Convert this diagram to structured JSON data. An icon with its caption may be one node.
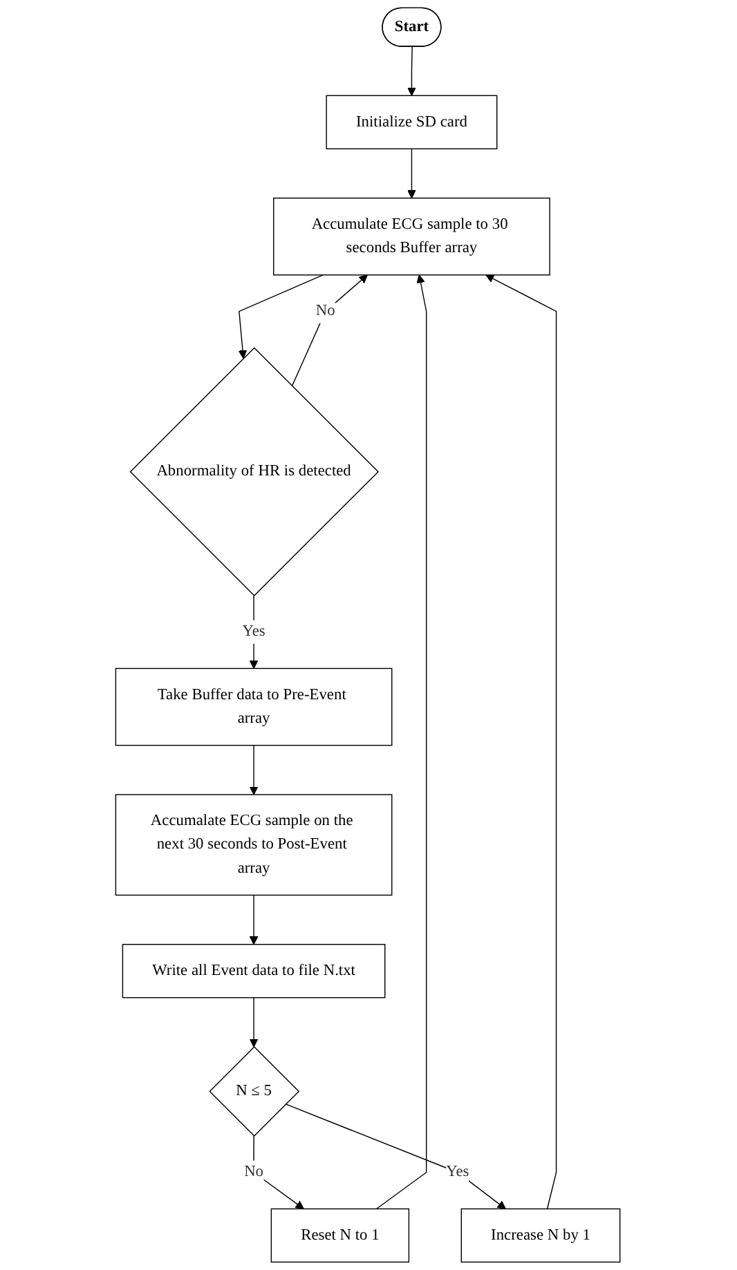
{
  "diagram": {
    "nodes": [
      {
        "text": [
          "Start"
        ]
      },
      {
        "text": [
          "Initialize SD card"
        ]
      },
      {
        "text": [
          "Accumulate ECG sample to 30 seconds Buffer array"
        ]
      },
      {
        "text": [
          "Abnormality of HR is detected"
        ]
      },
      {
        "text": [
          "Take Buffer data to Pre-Event array"
        ]
      },
      {
        "text": [
          "Accumalate ECG sample on the next 30 seconds to Post-Event array"
        ]
      },
      {
        "text": [
          "Write all Event data to file N.txt"
        ]
      },
      {
        "text": [
          "N ≤ 5"
        ]
      },
      {
        "text": [
          "Reset N to 1"
        ]
      },
      {
        "text": [
          "Increase N by 1"
        ]
      }
    ],
    "edges": [
      {
        "from": 0,
        "to": 1,
        "arrow": "to"
      },
      {
        "from": 1,
        "to": 2,
        "arrow": "to"
      },
      {
        "from": 2,
        "to": 3,
        "arrow": "to"
      },
      {
        "from": 3,
        "to": 2,
        "arrow": "to",
        "label": "No"
      },
      {
        "from": 3,
        "to": 4,
        "arrow": "to",
        "label": "Yes"
      },
      {
        "from": 4,
        "to": 5,
        "arrow": "to"
      },
      {
        "from": 5,
        "to": 6,
        "arrow": "to"
      },
      {
        "from": 6,
        "to": 7,
        "arrow": "to"
      },
      {
        "from": 7,
        "to": 8,
        "arrow": "to",
        "label": "No"
      },
      {
        "from": 7,
        "to": 9,
        "arrow": "to",
        "label": "Yes"
      },
      {
        "from": 9,
        "to": 2,
        "arrow": "to"
      },
      {
        "from": 8,
        "to": 2,
        "arrow": "to"
      }
    ]
  }
}
